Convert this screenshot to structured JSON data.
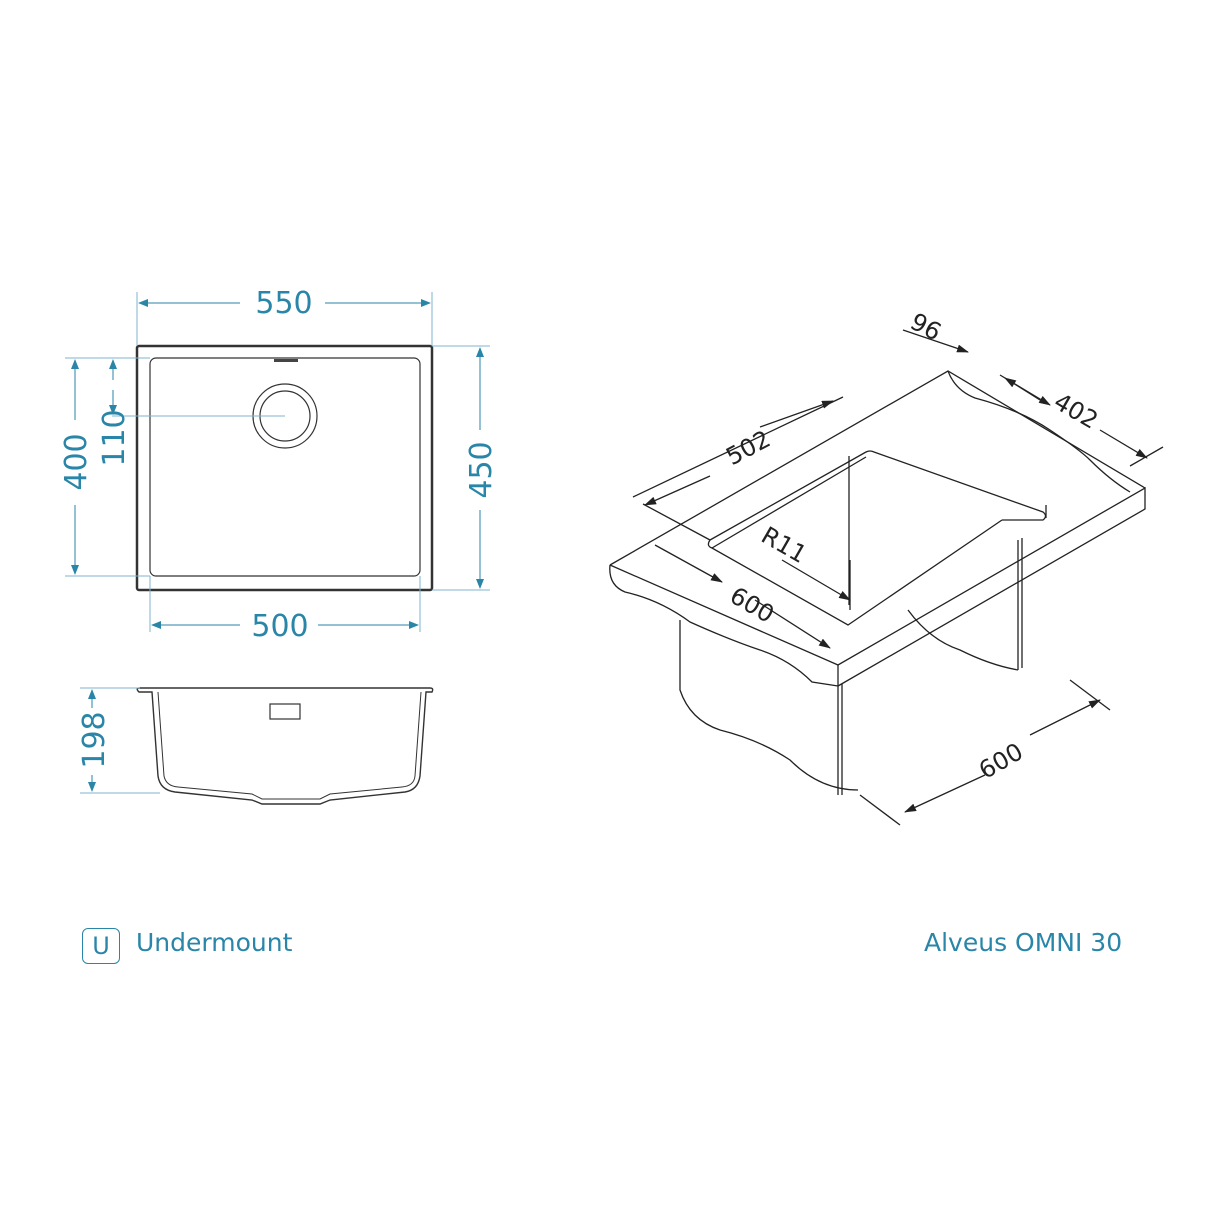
{
  "colors": {
    "dimension": "#2a86a8",
    "outline": "#333333",
    "iso": "#222222"
  },
  "top_view": {
    "width_outer": "550",
    "width_inner": "500",
    "height_outer": "450",
    "height_inner": "400",
    "drain_offset": "110"
  },
  "side_view": {
    "depth": "198"
  },
  "iso_view": {
    "rim": "96",
    "depth_cabinet": "402",
    "bowl_length": "502",
    "radius": "R11",
    "cabinet_width": "600",
    "cabinet_depth": "600"
  },
  "footer": {
    "mount_badge": "U",
    "mount_type": "Undermount",
    "product_name": "Alveus OMNI 30"
  }
}
